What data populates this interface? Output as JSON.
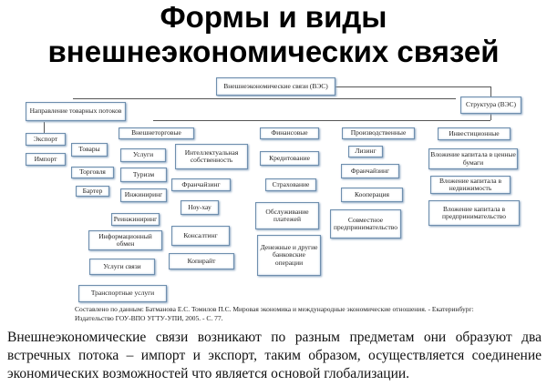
{
  "title": {
    "line1": "Формы и виды",
    "line2": "внешнеэкономических связей"
  },
  "nodes": {
    "root": "Внешнеэкономические связи (ВЭС)",
    "flows": "Направление товарных потоков",
    "structure": "Структура (ВЭС)",
    "export": "Экспорт",
    "import": "Импорт",
    "trade": "Внешнеторговые",
    "goods": "Товары",
    "commerce": "Торговля",
    "barter": "Бартер",
    "services": "Услуги",
    "tourism": "Туризм",
    "engineering": "Инжиниринг",
    "reengineering": "Реинжиниринг",
    "info": "Информационный обмен",
    "comm": "Услуги связи",
    "transport": "Транспортные услуги",
    "ip": "Интеллектуальная собственность",
    "franchise1": "Франчайзинг",
    "knowhow": "Ноу-хау",
    "consulting": "Консалтинг",
    "copyright": "Копирайт",
    "finance": "Финансовые",
    "credit": "Кредитование",
    "insurance": "Страхование",
    "payments": "Обслуживание платежей",
    "banking": "Денежные и другие банковские операции",
    "production": "Производственные",
    "leasing": "Лизинг",
    "franchise2": "Франчайзинг",
    "cooperation": "Кооперация",
    "joint": "Совместное предпринимательство",
    "investment": "Инвестиционные",
    "inv1": "Вложение капитала в ценные бумаги",
    "inv2": "Вложение капитала в недвижимость",
    "inv3": "Вложение капитала в предпринимательство"
  },
  "source": "Составлено по данным: Батманова Е.С. Томилов П.С. Мировая экономика и международные экономические отношения. - Екатеринбург: Издательство ГОУ-ВПО УГТУ-УПИ, 2005. - С. 77.",
  "paragraph": "Внешнеэкономические связи возникают по разным предметам они образуют два встречных потока – импорт и экспорт, таким образом, осуществляется соединение экономических возможностей что является основой глобализации."
}
